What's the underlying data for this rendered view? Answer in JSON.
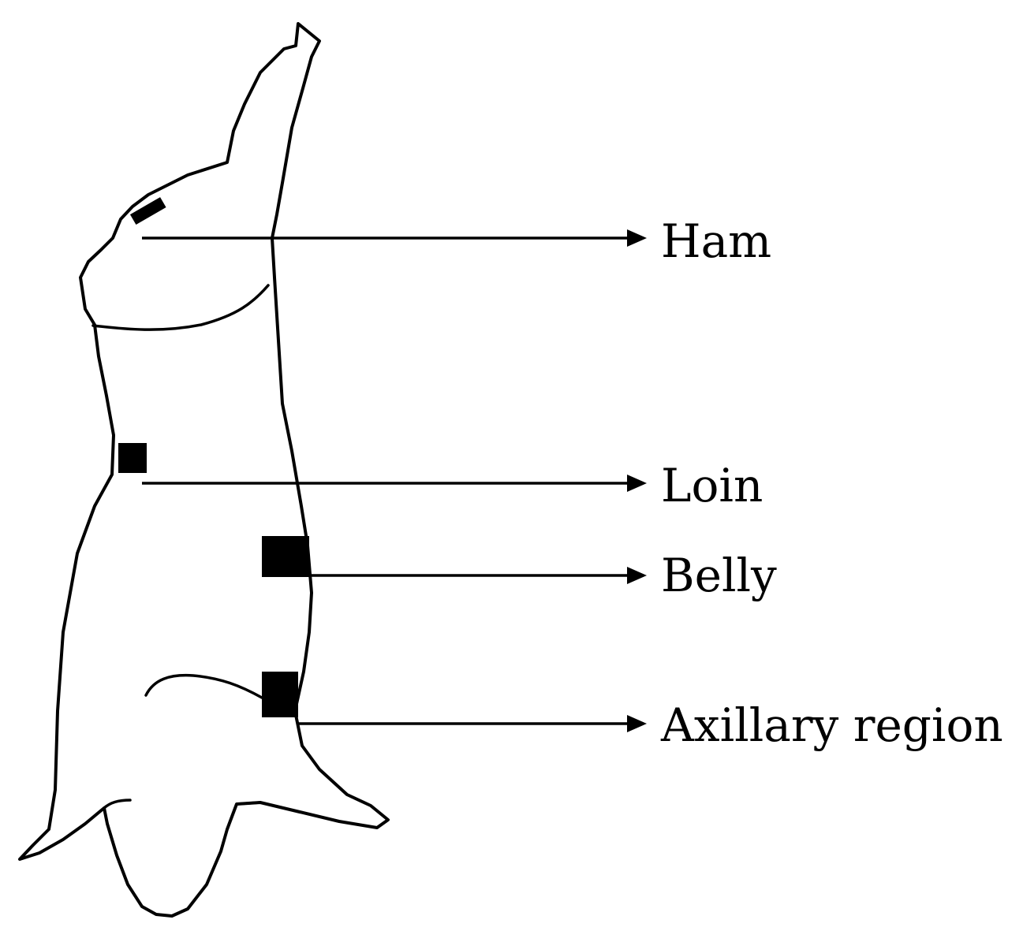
{
  "diagram": {
    "labels": {
      "ham": "Ham",
      "loin": "Loin",
      "belly": "Belly",
      "axillary": "Axillary region"
    },
    "colors": {
      "line": "#000000",
      "background": "#ffffff"
    }
  }
}
